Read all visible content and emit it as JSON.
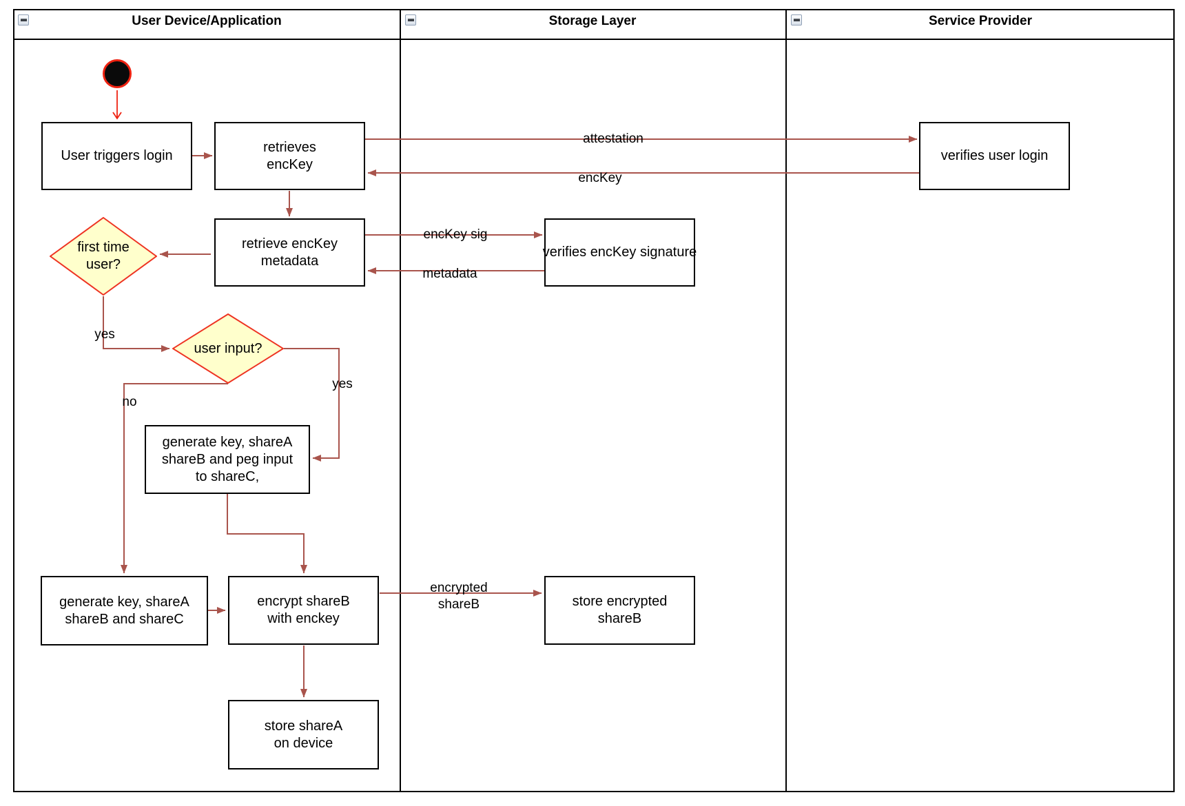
{
  "diagram": {
    "lanes": [
      {
        "title": "User Device/Application"
      },
      {
        "title": "Storage Layer"
      },
      {
        "title": "Service Provider"
      }
    ],
    "nodes": {
      "user_triggers_login": "User triggers login",
      "retrieves_enckey": "retrieves\nencKey",
      "verifies_user_login": "verifies user login",
      "retrieve_enckey_metadata": "retrieve encKey\nmetadata",
      "verifies_enckey_signature": "verifies encKey signature",
      "first_time_user": "first time\nuser?",
      "user_input": "user input?",
      "generate_key_peg_input": "generate key, shareA\nshareB and peg input\nto shareC,",
      "generate_key_three_shares": "generate key, shareA\nshareB and shareC",
      "encrypt_shareb": "encrypt shareB\nwith enckey",
      "store_sharea": "store shareA\non device",
      "store_encrypted_shareb": "store encrypted\nshareB"
    },
    "edge_labels": {
      "attestation": "attestation",
      "enckey": "encKey",
      "enckey_sig": "encKey sig",
      "metadata": "metadata",
      "yes_first_time": "yes",
      "yes_user_input": "yes",
      "no_user_input": "no",
      "encrypted_shareb": "encrypted\nshareB"
    },
    "colors": {
      "connector": "#a9544c",
      "start_accent": "#ee2211",
      "diamond_fill": "#ffffcc",
      "diamond_stroke": "#ee3322",
      "node_border": "#000000",
      "node_fill": "#ffffff"
    }
  }
}
